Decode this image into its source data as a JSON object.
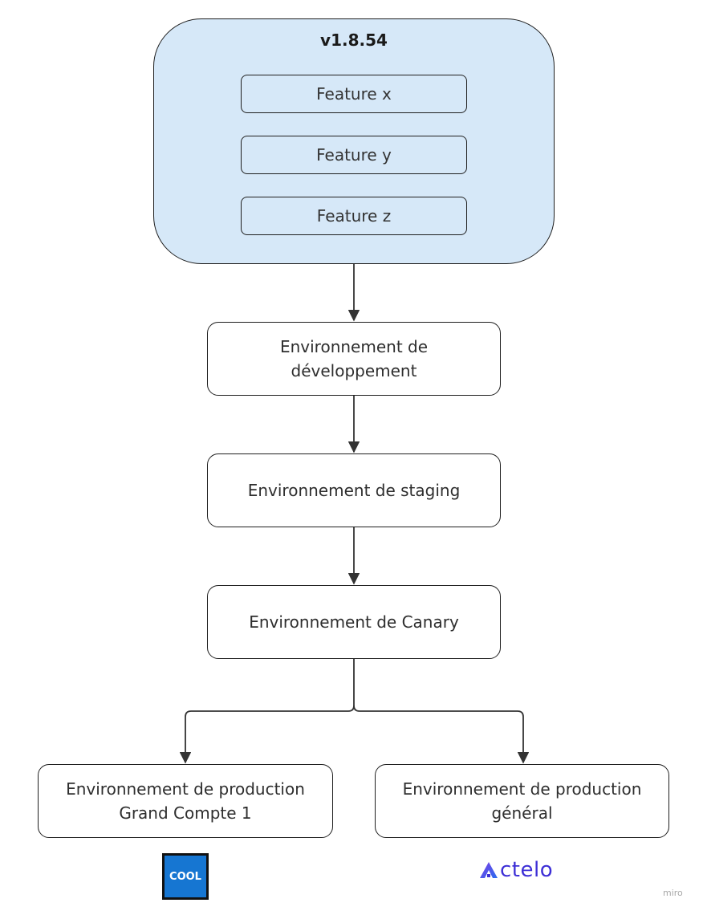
{
  "release": {
    "version": "v1.8.54",
    "features": [
      "Feature x",
      "Feature y",
      "Feature z"
    ]
  },
  "stages": {
    "dev": [
      "Environnement de",
      "développement"
    ],
    "staging": "Environnement de staging",
    "canary": "Environnement de Canary",
    "prod_grand_compte": [
      "Environnement de production",
      "Grand Compte 1"
    ],
    "prod_general": [
      "Environnement de production",
      "général"
    ]
  },
  "logos": {
    "cool": "COOL",
    "actelo": "ctelo",
    "actelo_mark_icon": "triangle-a-icon"
  },
  "watermark": "miro",
  "colors": {
    "release_fill": "#d6e8f8",
    "cool_blue": "#1676d2",
    "actelo_purple": "#3d2fd6"
  }
}
